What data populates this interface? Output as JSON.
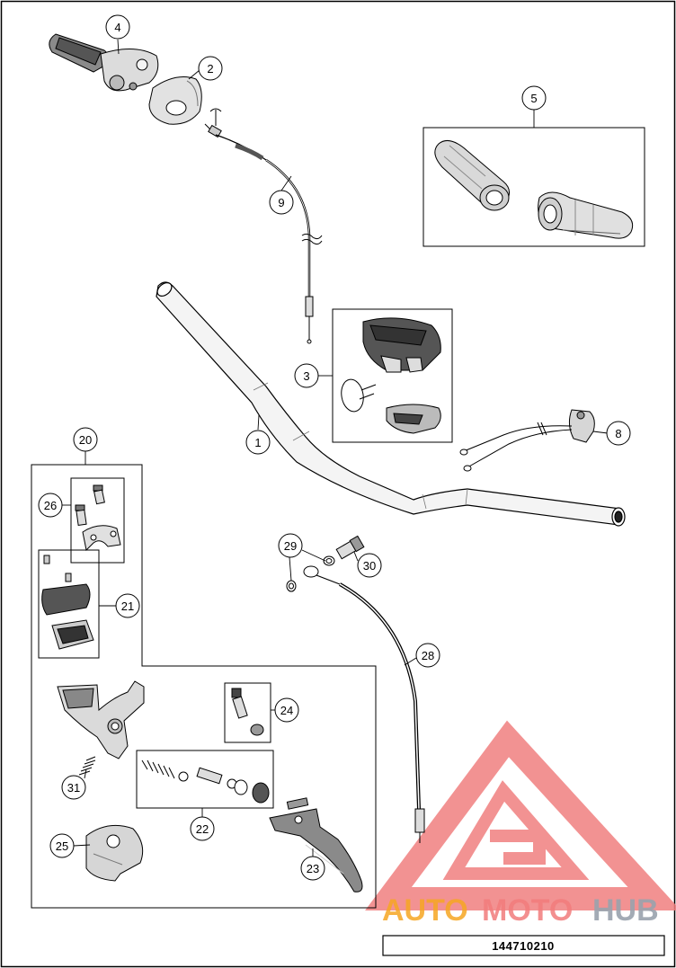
{
  "reference_number": "144710210",
  "watermark": {
    "part1": "AUTO",
    "part2": "MOTO",
    "part3": "HUB",
    "color1": "#f6a623",
    "color2": "#f27c7c",
    "color3": "#9aa3ad"
  },
  "callouts": [
    {
      "id": "c1",
      "label": "1"
    },
    {
      "id": "c2",
      "label": "2"
    },
    {
      "id": "c3",
      "label": "3"
    },
    {
      "id": "c4",
      "label": "4"
    },
    {
      "id": "c5",
      "label": "5"
    },
    {
      "id": "c8",
      "label": "8"
    },
    {
      "id": "c9",
      "label": "9"
    },
    {
      "id": "c20",
      "label": "20"
    },
    {
      "id": "c21",
      "label": "21"
    },
    {
      "id": "c22",
      "label": "22"
    },
    {
      "id": "c23",
      "label": "23"
    },
    {
      "id": "c24",
      "label": "24"
    },
    {
      "id": "c25",
      "label": "25"
    },
    {
      "id": "c26",
      "label": "26"
    },
    {
      "id": "c28",
      "label": "28"
    },
    {
      "id": "c29",
      "label": "29"
    },
    {
      "id": "c30",
      "label": "30"
    },
    {
      "id": "c31",
      "label": "31"
    }
  ]
}
